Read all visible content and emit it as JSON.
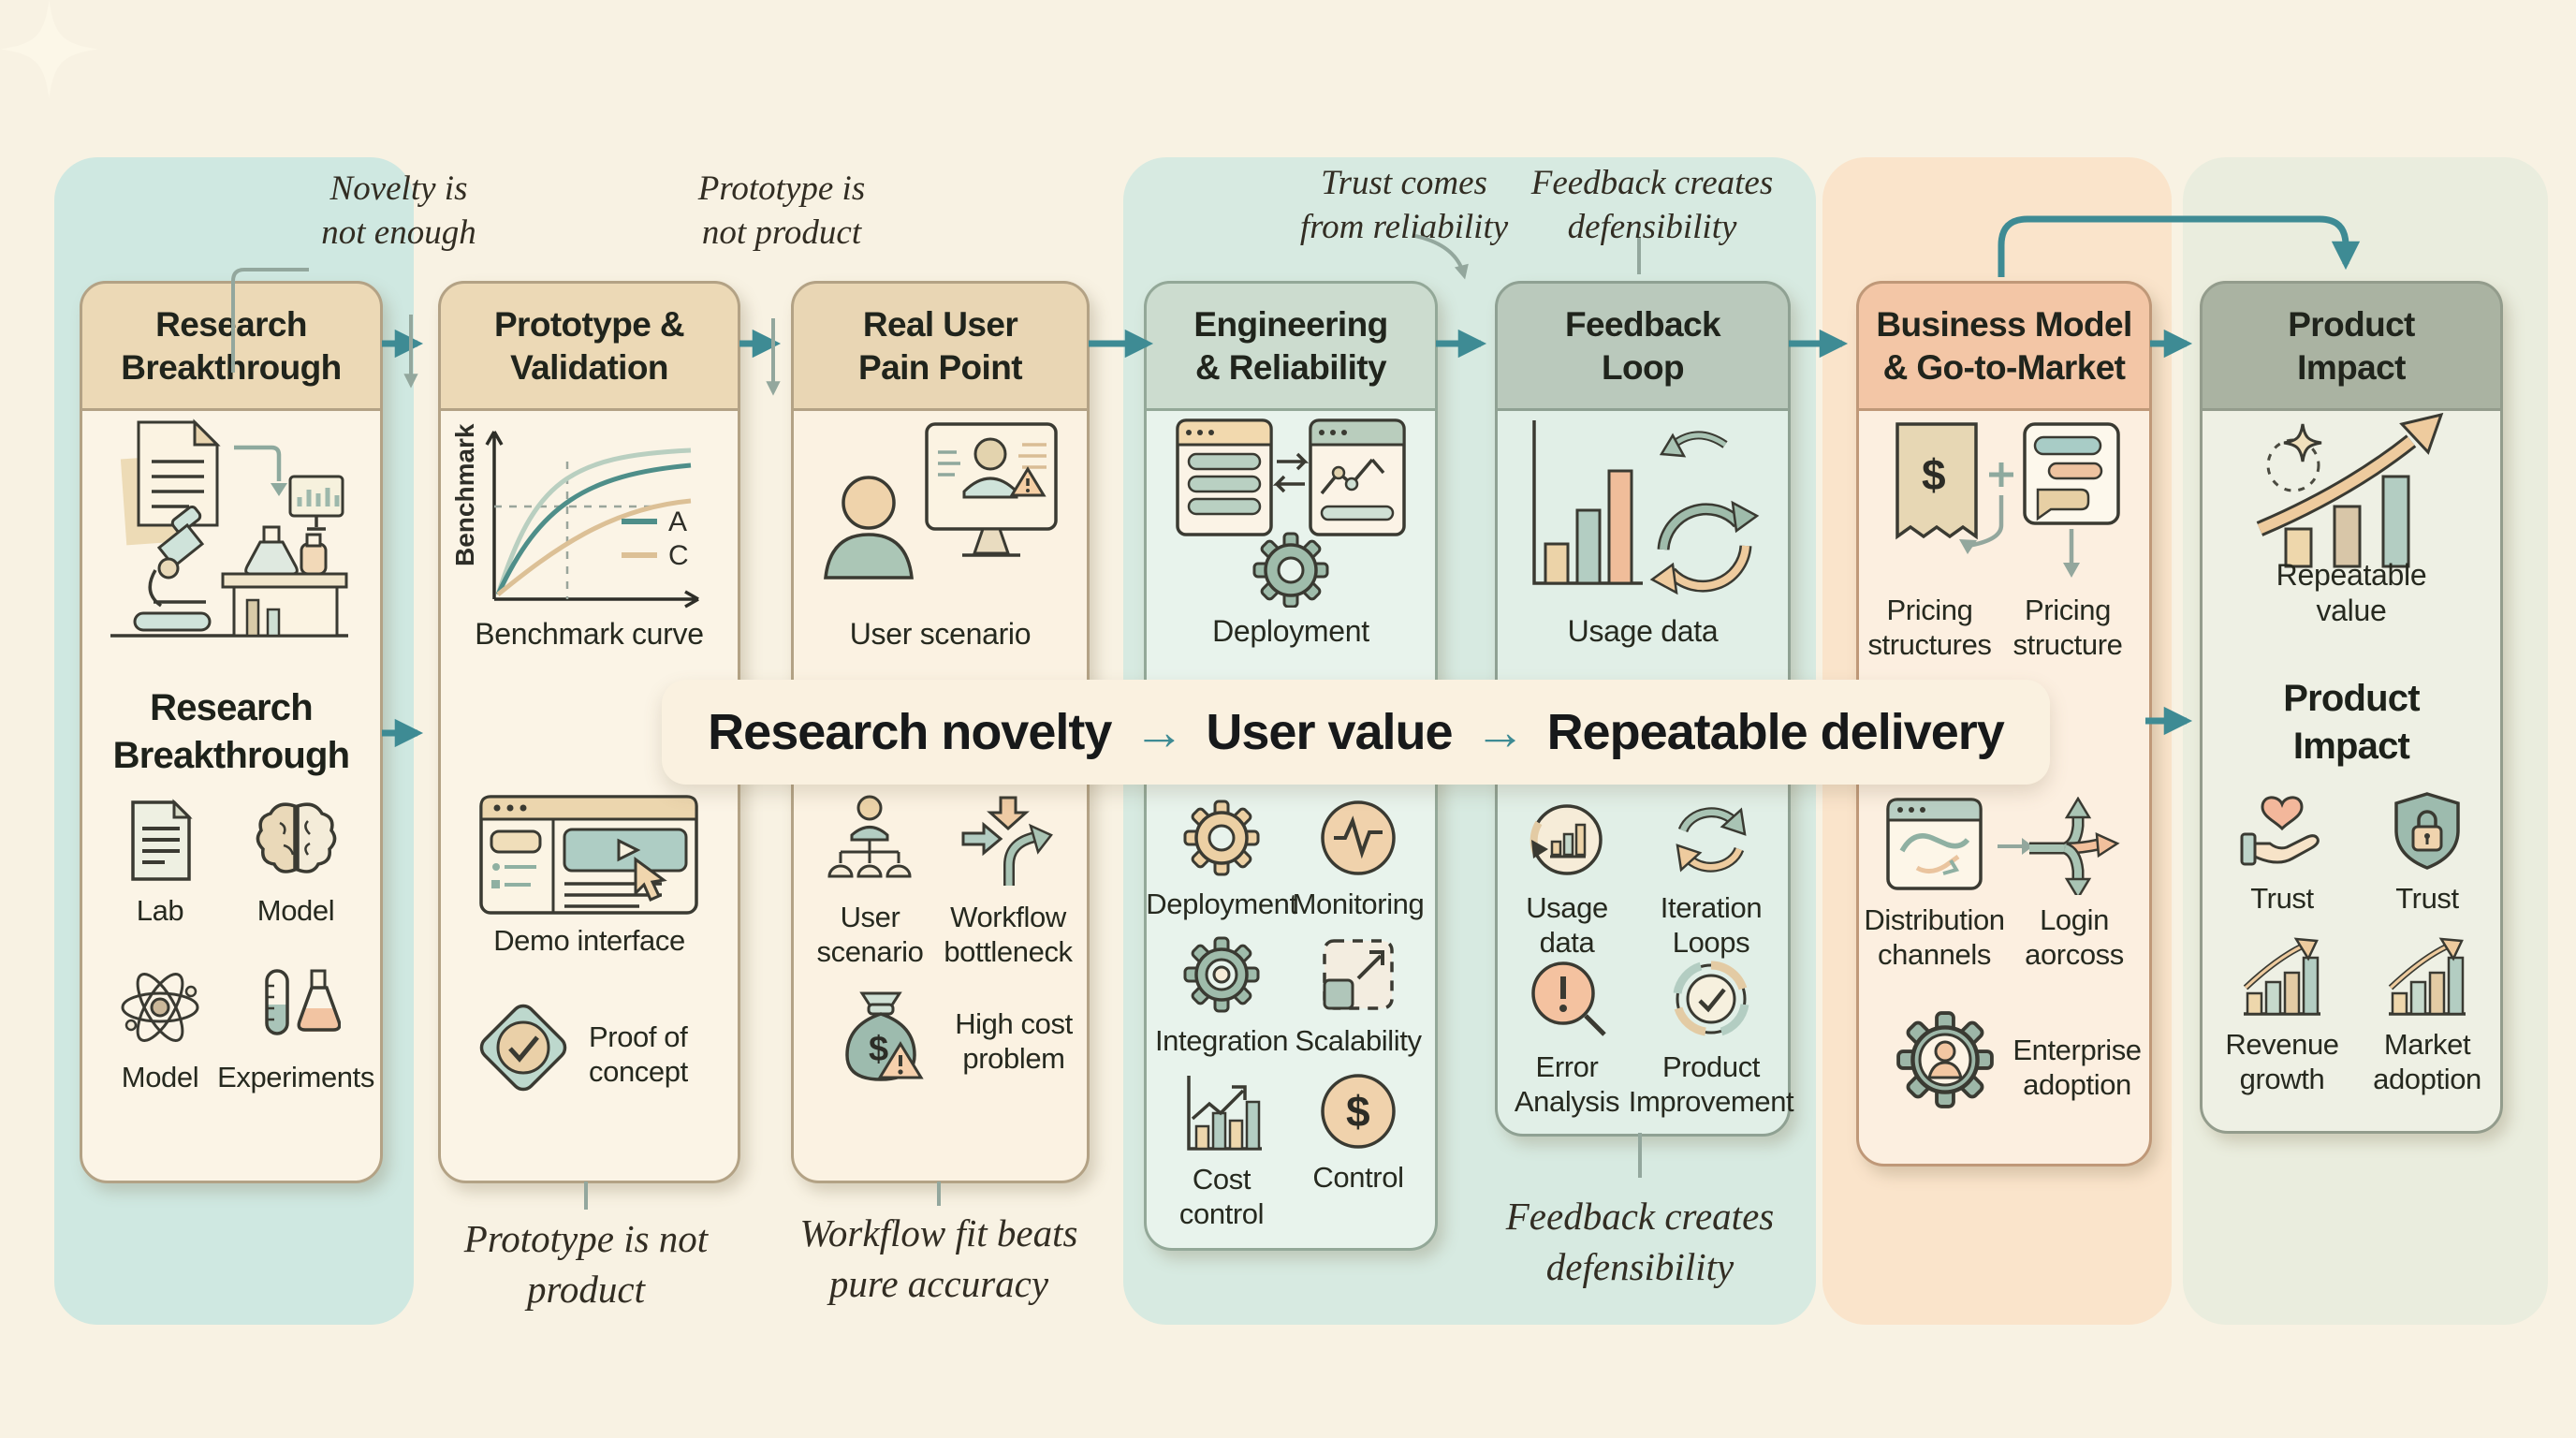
{
  "banner": {
    "part1": "Research novelty",
    "part2": "User value",
    "part3": "Repeatable delivery",
    "arrow": "→"
  },
  "annotations": {
    "top": [
      {
        "l1": "Novelty is",
        "l2": "not enough"
      },
      {
        "l1": "Prototype is",
        "l2": "not product"
      },
      {
        "l1": "Trust comes",
        "l2": "from reliability"
      },
      {
        "l1": "Feedback creates",
        "l2": "defensibility"
      }
    ],
    "bottom": [
      {
        "l1": "Prototype is not",
        "l2": "product"
      },
      {
        "l1": "Workflow fit beats",
        "l2": "pure accuracy"
      },
      {
        "l1": "Feedback creates",
        "l2": "defensibility"
      }
    ]
  },
  "columns": [
    {
      "title_l1": "Research",
      "title_l2": "Breakthrough",
      "mid_l1": "Research",
      "mid_l2": "Breakthrough",
      "items": [
        {
          "label": "Lab",
          "icon": "document-icon"
        },
        {
          "label": "Model",
          "icon": "brain-icon"
        },
        {
          "label": "Model",
          "icon": "atom-icon"
        },
        {
          "label": "Experiments",
          "icon": "experiments-icon"
        }
      ]
    },
    {
      "title_l1": "Prototype &",
      "title_l2": "Validation",
      "chart": {
        "ylabel": "Benchmark",
        "legend_a": "A",
        "legend_c": "C",
        "caption": "Benchmark curve"
      },
      "demo_label": "Demo interface",
      "poc_l1": "Proof of",
      "poc_l2": "concept"
    },
    {
      "title_l1": "Real User",
      "title_l2": "Pain Point",
      "caption": "User scenario",
      "items": [
        {
          "l1": "User",
          "l2": "scenario",
          "icon": "org-chart-icon"
        },
        {
          "l1": "Workflow",
          "l2": "bottleneck",
          "icon": "bottleneck-arrows-icon"
        },
        {
          "l1": "High cost",
          "l2": "problem",
          "icon": "money-bag-warning-icon"
        }
      ]
    },
    {
      "title_l1": "Engineering",
      "title_l2": "& Reliability",
      "caption": "Deployment",
      "items": [
        {
          "l1": "Deployment",
          "l2": "",
          "icon": "gear-icon"
        },
        {
          "l1": "Monitoring",
          "l2": "",
          "icon": "pulse-monitor-icon"
        },
        {
          "l1": "Integration",
          "l2": "",
          "icon": "integration-gear-icon"
        },
        {
          "l1": "Scalability",
          "l2": "",
          "icon": "scalability-icon"
        },
        {
          "l1": "Cost",
          "l2": "control",
          "icon": "cost-chart-icon"
        },
        {
          "l1": "Control",
          "l2": "",
          "icon": "dollar-circle-icon"
        }
      ]
    },
    {
      "title_l1": "Feedback",
      "title_l2": "Loop",
      "caption": "Usage data",
      "items": [
        {
          "l1": "Usage",
          "l2": "data",
          "icon": "usage-data-icon"
        },
        {
          "l1": "Iteration",
          "l2": "Loops",
          "icon": "iteration-loops-icon"
        },
        {
          "l1": "Error",
          "l2": "Analysis",
          "icon": "error-analysis-icon"
        },
        {
          "l1": "Product",
          "l2": "Improvement",
          "icon": "product-improvement-icon"
        }
      ]
    },
    {
      "title_l1": "Business Model",
      "title_l2": "& Go-to-Market",
      "pricing_a_l1": "Pricing",
      "pricing_a_l2": "structures",
      "pricing_b_l1": "Pricing",
      "pricing_b_l2": "structure",
      "items": [
        {
          "l1": "Distribution",
          "l2": "channels",
          "icon": "distribution-browser-icon"
        },
        {
          "l1": "Login",
          "l2": "aorcoss",
          "icon": "branch-arrows-icon"
        },
        {
          "l1": "Enterprise",
          "l2": "adoption",
          "icon": "enterprise-gear-icon"
        }
      ]
    },
    {
      "title_l1": "Product",
      "title_l2": "Impact",
      "caption_l1": "Repeatable",
      "caption_l2": "value",
      "mid_l1": "Product",
      "mid_l2": "Impact",
      "items": [
        {
          "l1": "Trust",
          "l2": "",
          "icon": "hand-heart-icon"
        },
        {
          "l1": "Trust",
          "l2": "",
          "icon": "shield-lock-icon"
        },
        {
          "l1": "Revenue",
          "l2": "growth",
          "icon": "revenue-growth-icon"
        },
        {
          "l1": "Market",
          "l2": "adoption",
          "icon": "market-adoption-icon"
        }
      ]
    }
  ],
  "colors": {
    "teal_arrow": "#3e8b94",
    "gray_connector": "#93a79d",
    "panel_research": "#cfe8e1",
    "panel_engineering": "#d7eae1",
    "panel_business": "#fae4cb",
    "panel_impact": "#eaedde",
    "header_tan": "#ecd9b6",
    "header_engineering": "#ccdccf",
    "header_feedback": "#bac9bc",
    "header_business": "#f3c6a6",
    "header_impact": "#aab3a2",
    "banner_bg": "#faf1e0"
  }
}
